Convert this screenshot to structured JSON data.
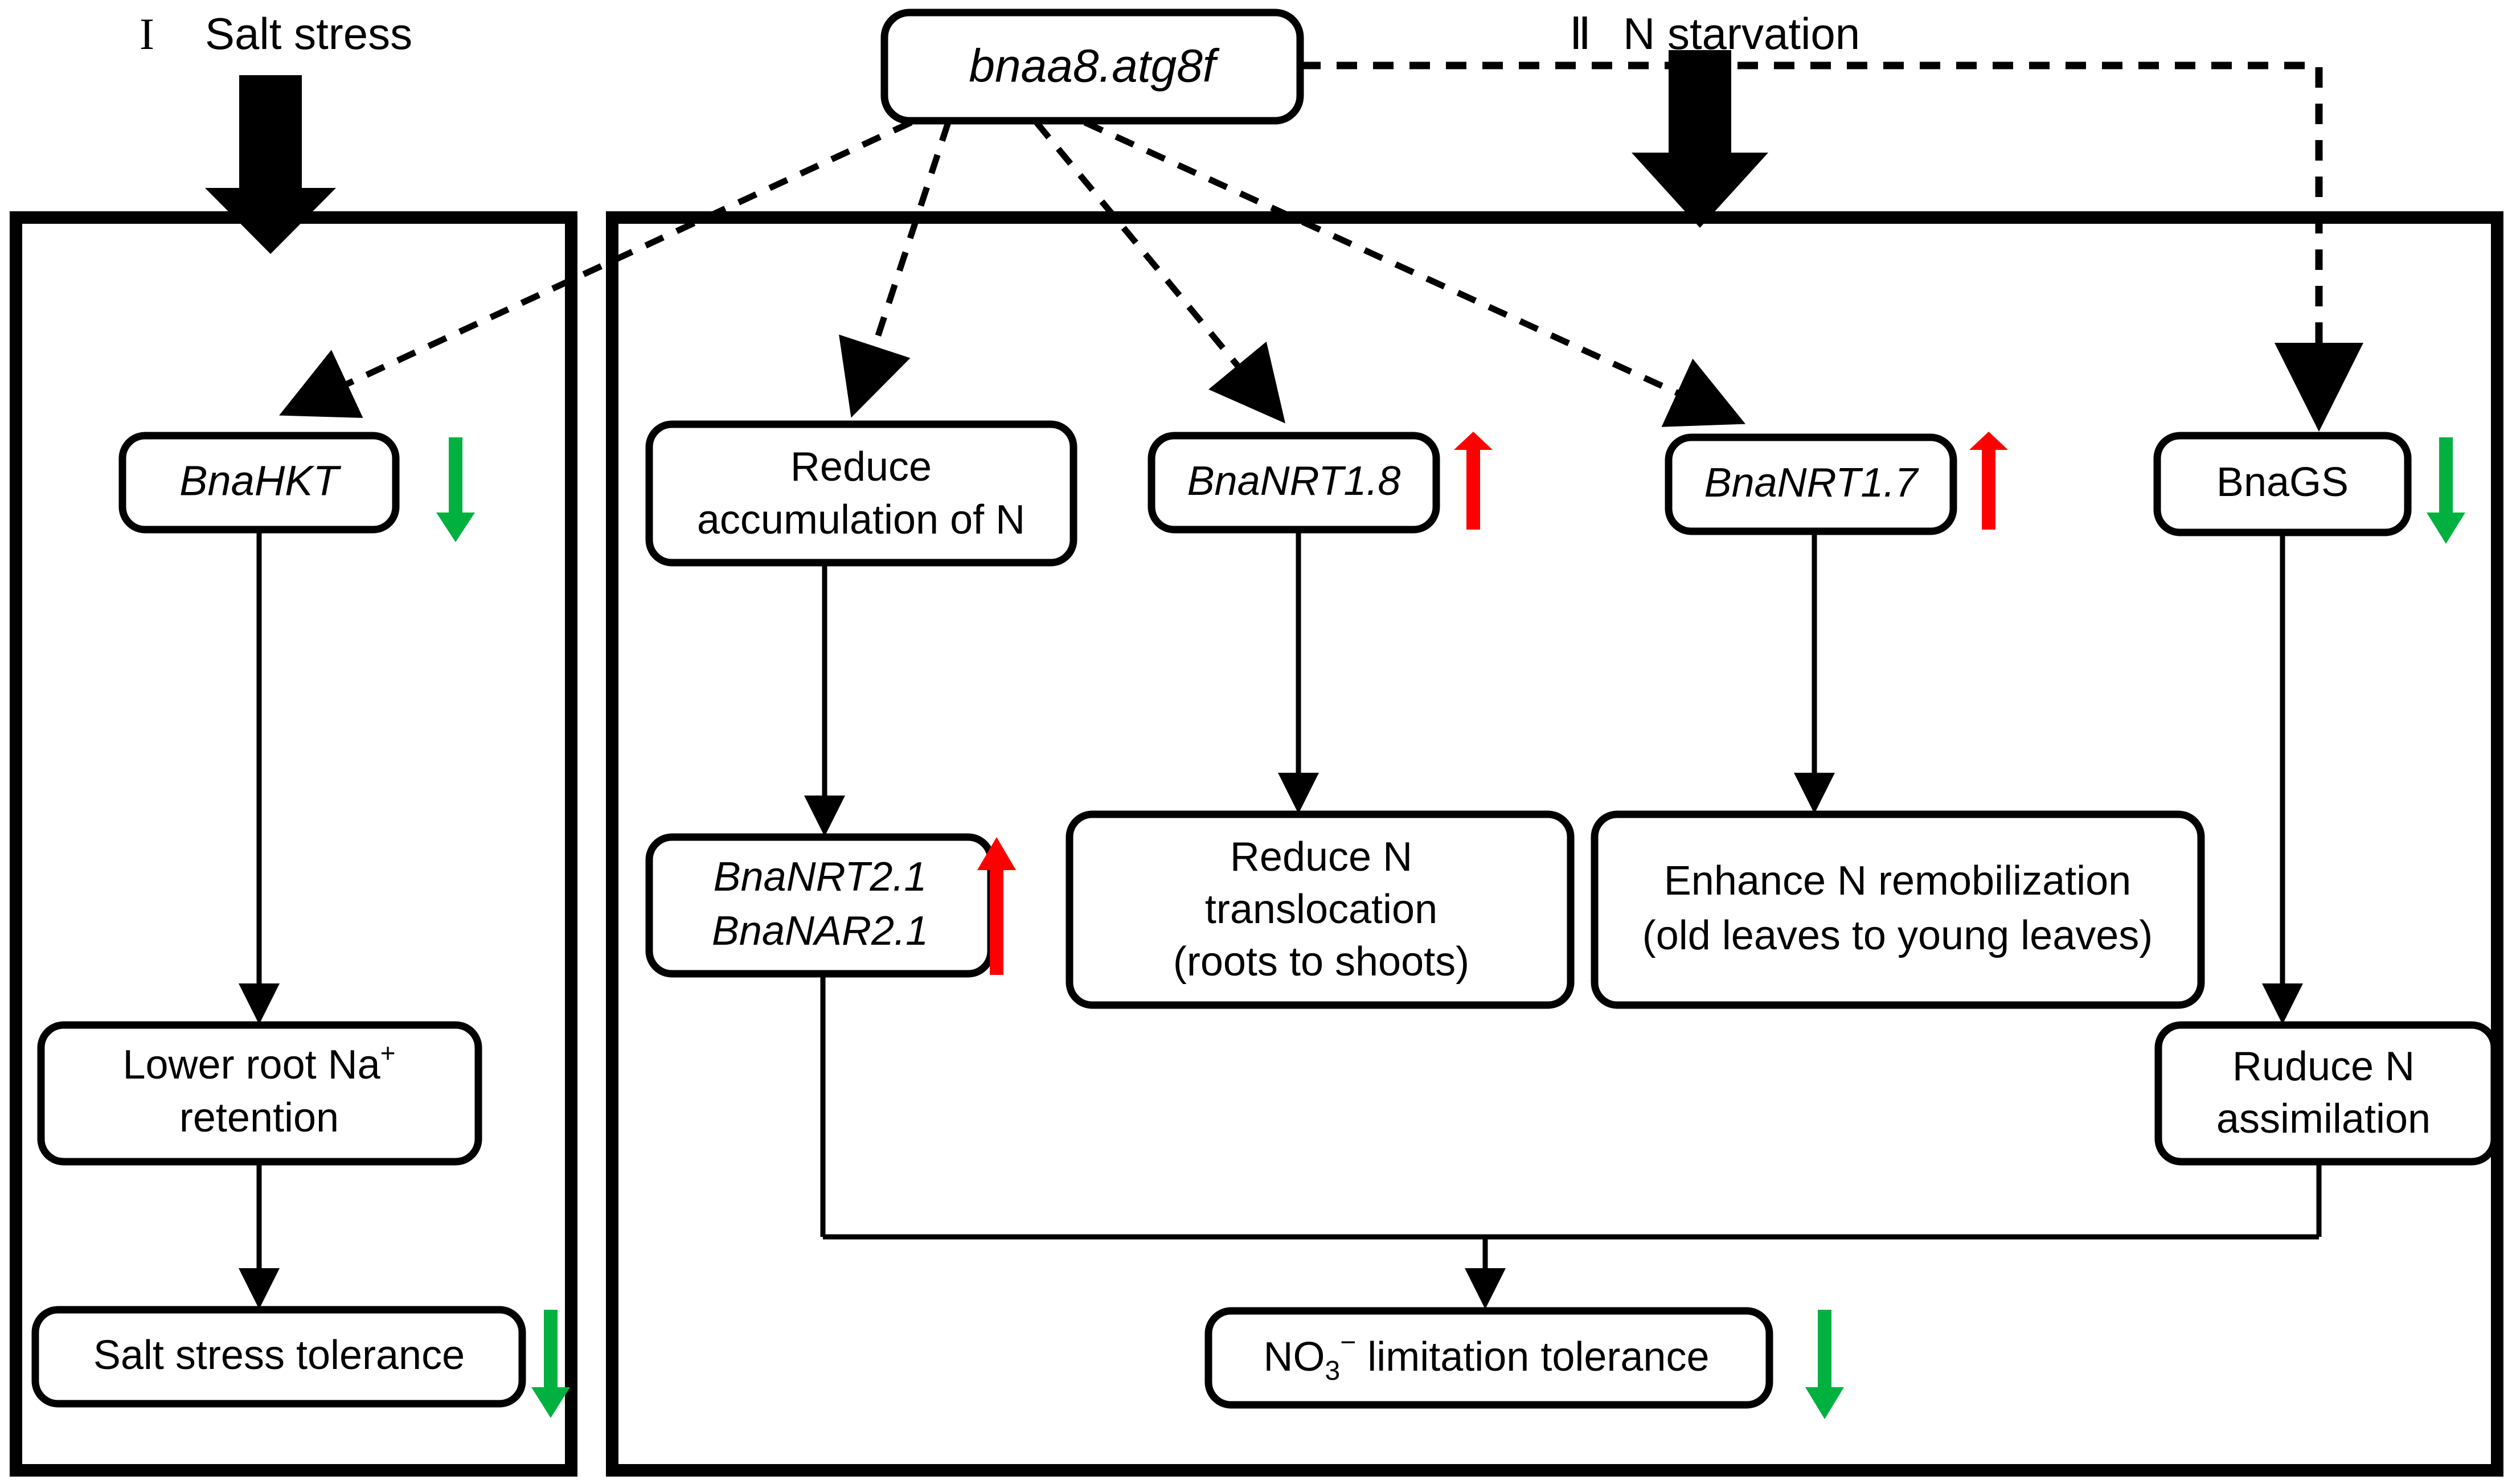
{
  "figure": {
    "title": "bnaa8.atg8f regulatory model for salt stress and N starvation",
    "colors": {
      "up_arrow": "#FF0000",
      "down_arrow": "#00B140",
      "line": "#000000",
      "background": "#FFFFFF"
    }
  },
  "headers": [
    {
      "numeral": "I",
      "label": "Salt stress"
    },
    {
      "numeral": "Ⅱ",
      "label": "N starvation"
    }
  ],
  "mutant": {
    "label": "bnaa8.atg8f",
    "italic": true
  },
  "panels": {
    "left": {
      "name": "salt-stress-panel"
    },
    "right": {
      "name": "n-starvation-panel"
    }
  },
  "nodes": {
    "hkt": {
      "lines": [
        "BnaHKT"
      ],
      "italic": true,
      "regulation": "down"
    },
    "na_ret": {
      "lines": [
        "Lower root Na",
        "retention"
      ],
      "sup": "+",
      "italic": false,
      "regulation": "none"
    },
    "salt_tol": {
      "lines": [
        "Salt stress tolerance"
      ],
      "italic": false,
      "regulation": "down"
    },
    "reduce_n": {
      "lines": [
        "Reduce",
        "accumulation of N"
      ],
      "italic": false,
      "regulation": "none"
    },
    "nrt2": {
      "lines": [
        "BnaNRT2.1",
        "BnaNAR2.1"
      ],
      "italic": true,
      "regulation": "up"
    },
    "nrt18": {
      "lines": [
        "BnaNRT1.8"
      ],
      "italic": true,
      "regulation": "up"
    },
    "transloc": {
      "lines": [
        "Reduce N",
        "translocation",
        "(roots to shoots)"
      ],
      "italic": false,
      "regulation": "none"
    },
    "nrt17": {
      "lines": [
        "BnaNRT1.7"
      ],
      "italic": true,
      "regulation": "up"
    },
    "remob": {
      "lines": [
        "Enhance N remobilization",
        "(old leaves to young leaves)"
      ],
      "italic": false,
      "regulation": "none"
    },
    "gs": {
      "lines": [
        "BnaGS"
      ],
      "italic": false,
      "regulation": "down"
    },
    "assim": {
      "lines": [
        "Ruduce N",
        "assimilation"
      ],
      "italic": false,
      "regulation": "none"
    },
    "no3_tol": {
      "lines": [
        "NO",
        "limitation tolerance"
      ],
      "sub": "3",
      "sup": "−",
      "italic": false,
      "regulation": "down"
    }
  }
}
